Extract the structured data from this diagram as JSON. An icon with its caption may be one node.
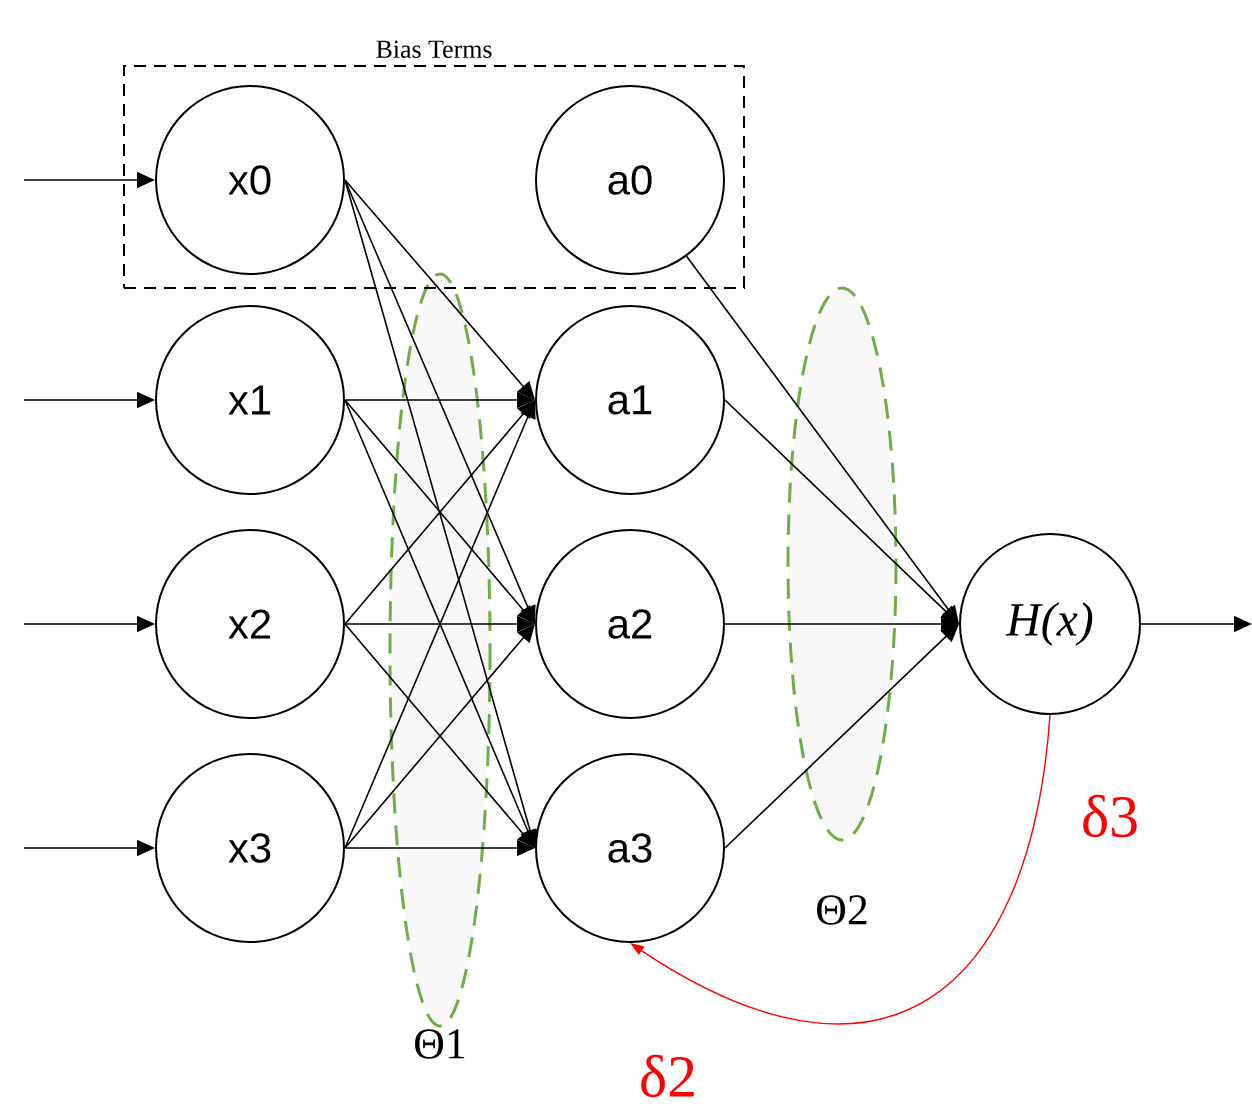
{
  "diagram": {
    "nodes": [
      {
        "text": [
          "Bias Terms"
        ]
      },
      {
        "text": [
          "x0"
        ],
        "in": 0
      },
      {
        "text": [
          "a0"
        ],
        "in": 0
      },
      {
        "text": [
          "x1"
        ]
      },
      {
        "text": [
          "a1"
        ]
      },
      {
        "text": [
          "x2"
        ]
      },
      {
        "text": [
          "a2"
        ]
      },
      {
        "text": [
          "x3"
        ]
      },
      {
        "text": [
          "a3"
        ]
      },
      {
        "text": [
          "H(x)"
        ]
      }
    ],
    "edges": [
      {
        "from": null,
        "to": 1,
        "arrow": "to"
      },
      {
        "from": null,
        "to": 3,
        "arrow": "to"
      },
      {
        "from": null,
        "to": 5,
        "arrow": "to"
      },
      {
        "from": null,
        "to": 7,
        "arrow": "to"
      },
      {
        "from": 1,
        "to": 4,
        "arrow": "to"
      },
      {
        "from": 1,
        "to": 6,
        "arrow": "to"
      },
      {
        "from": 1,
        "to": 8,
        "arrow": "to"
      },
      {
        "from": 3,
        "to": 4,
        "arrow": "to"
      },
      {
        "from": 3,
        "to": 6,
        "arrow": "to"
      },
      {
        "from": 3,
        "to": 8,
        "arrow": "to"
      },
      {
        "from": 5,
        "to": 4,
        "arrow": "to"
      },
      {
        "from": 5,
        "to": 6,
        "arrow": "to"
      },
      {
        "from": 5,
        "to": 8,
        "arrow": "to"
      },
      {
        "from": 7,
        "to": 4,
        "arrow": "to"
      },
      {
        "from": 7,
        "to": 6,
        "arrow": "to"
      },
      {
        "from": 7,
        "to": 8,
        "arrow": "to"
      },
      {
        "from": 2,
        "to": 9,
        "arrow": "to"
      },
      {
        "from": 4,
        "to": 9,
        "arrow": "to"
      },
      {
        "from": 6,
        "to": 9,
        "arrow": "to"
      },
      {
        "from": 8,
        "to": 9,
        "arrow": "to"
      },
      {
        "from": 9,
        "to": null,
        "arrow": "to"
      },
      {
        "from": 9,
        "to": 8,
        "arrow": "to",
        "color": "#ff0000"
      }
    ],
    "labels": [
      "δ3",
      "Θ2",
      "Θ1",
      "δ2"
    ]
  }
}
